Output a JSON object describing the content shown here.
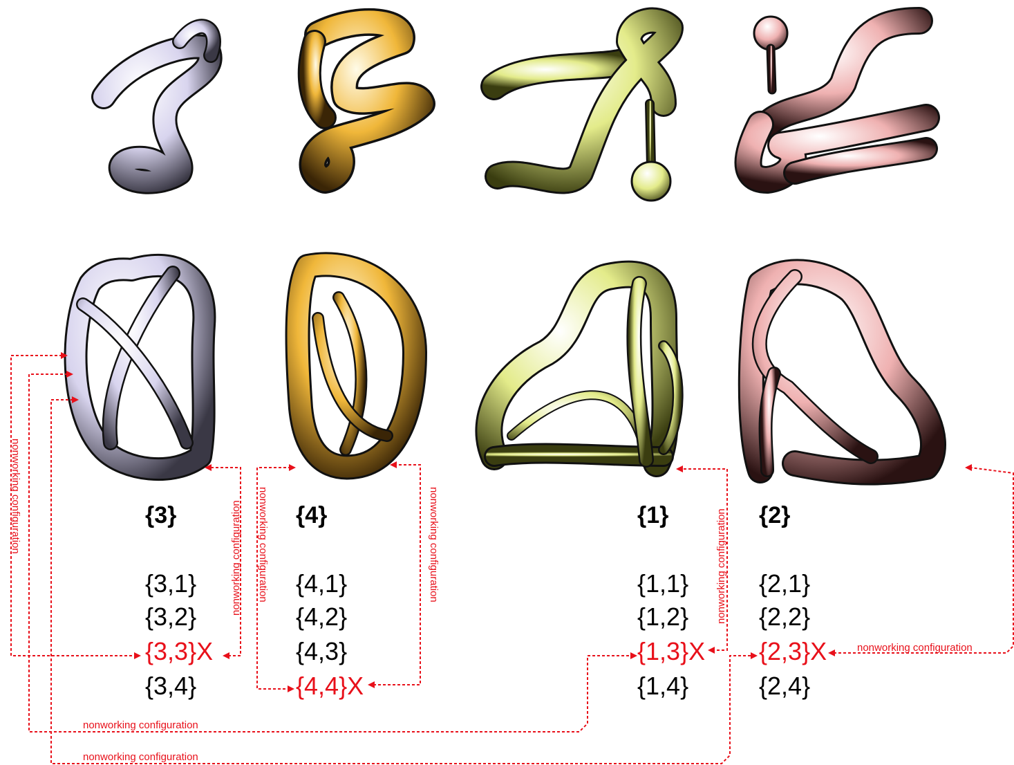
{
  "columns": [
    {
      "id": "3",
      "color": "#d4d0e8",
      "heading": "{3}",
      "combos": [
        "{3,1}",
        "{3,2}",
        "{3,3}X",
        "{3,4}"
      ],
      "nonworking_index": 2
    },
    {
      "id": "4",
      "color": "#e8a51c",
      "heading": "{4}",
      "combos": [
        "{4,1}",
        "{4,2}",
        "{4,3}",
        "{4,4}X"
      ],
      "nonworking_index": 3
    },
    {
      "id": "1",
      "color": "#d6e070",
      "heading": "{1}",
      "combos": [
        "{1,1}",
        "{1,2}",
        "{1,3}X",
        "{1,4}"
      ],
      "nonworking_index": 2
    },
    {
      "id": "2",
      "color": "#e8a3a3",
      "heading": "{2}",
      "combos": [
        "{2,1}",
        "{2,2}",
        "{2,3}X",
        "{2,4}"
      ],
      "nonworking_index": 2
    }
  ],
  "annotations": {
    "nonworking_label": "nonworking configuration"
  },
  "colors": {
    "annotation": "#e8101a",
    "text": "#000000"
  }
}
